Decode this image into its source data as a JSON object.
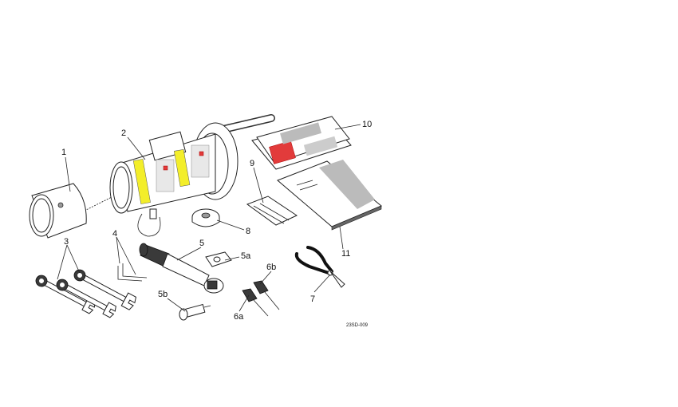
{
  "diagram": {
    "figure_id": "23SD-009",
    "callouts": {
      "c1": "1",
      "c2": "2",
      "c3": "3",
      "c4": "4",
      "c5": "5",
      "c5a": "5a",
      "c5b": "5b",
      "c6a": "6a",
      "c6b": "6b",
      "c7": "7",
      "c8": "8",
      "c9": "9",
      "c10": "10",
      "c11": "11"
    },
    "colors": {
      "label_yellow": "#f3ee2a",
      "decal_red": "#e23b3b",
      "line": "#222222"
    }
  }
}
